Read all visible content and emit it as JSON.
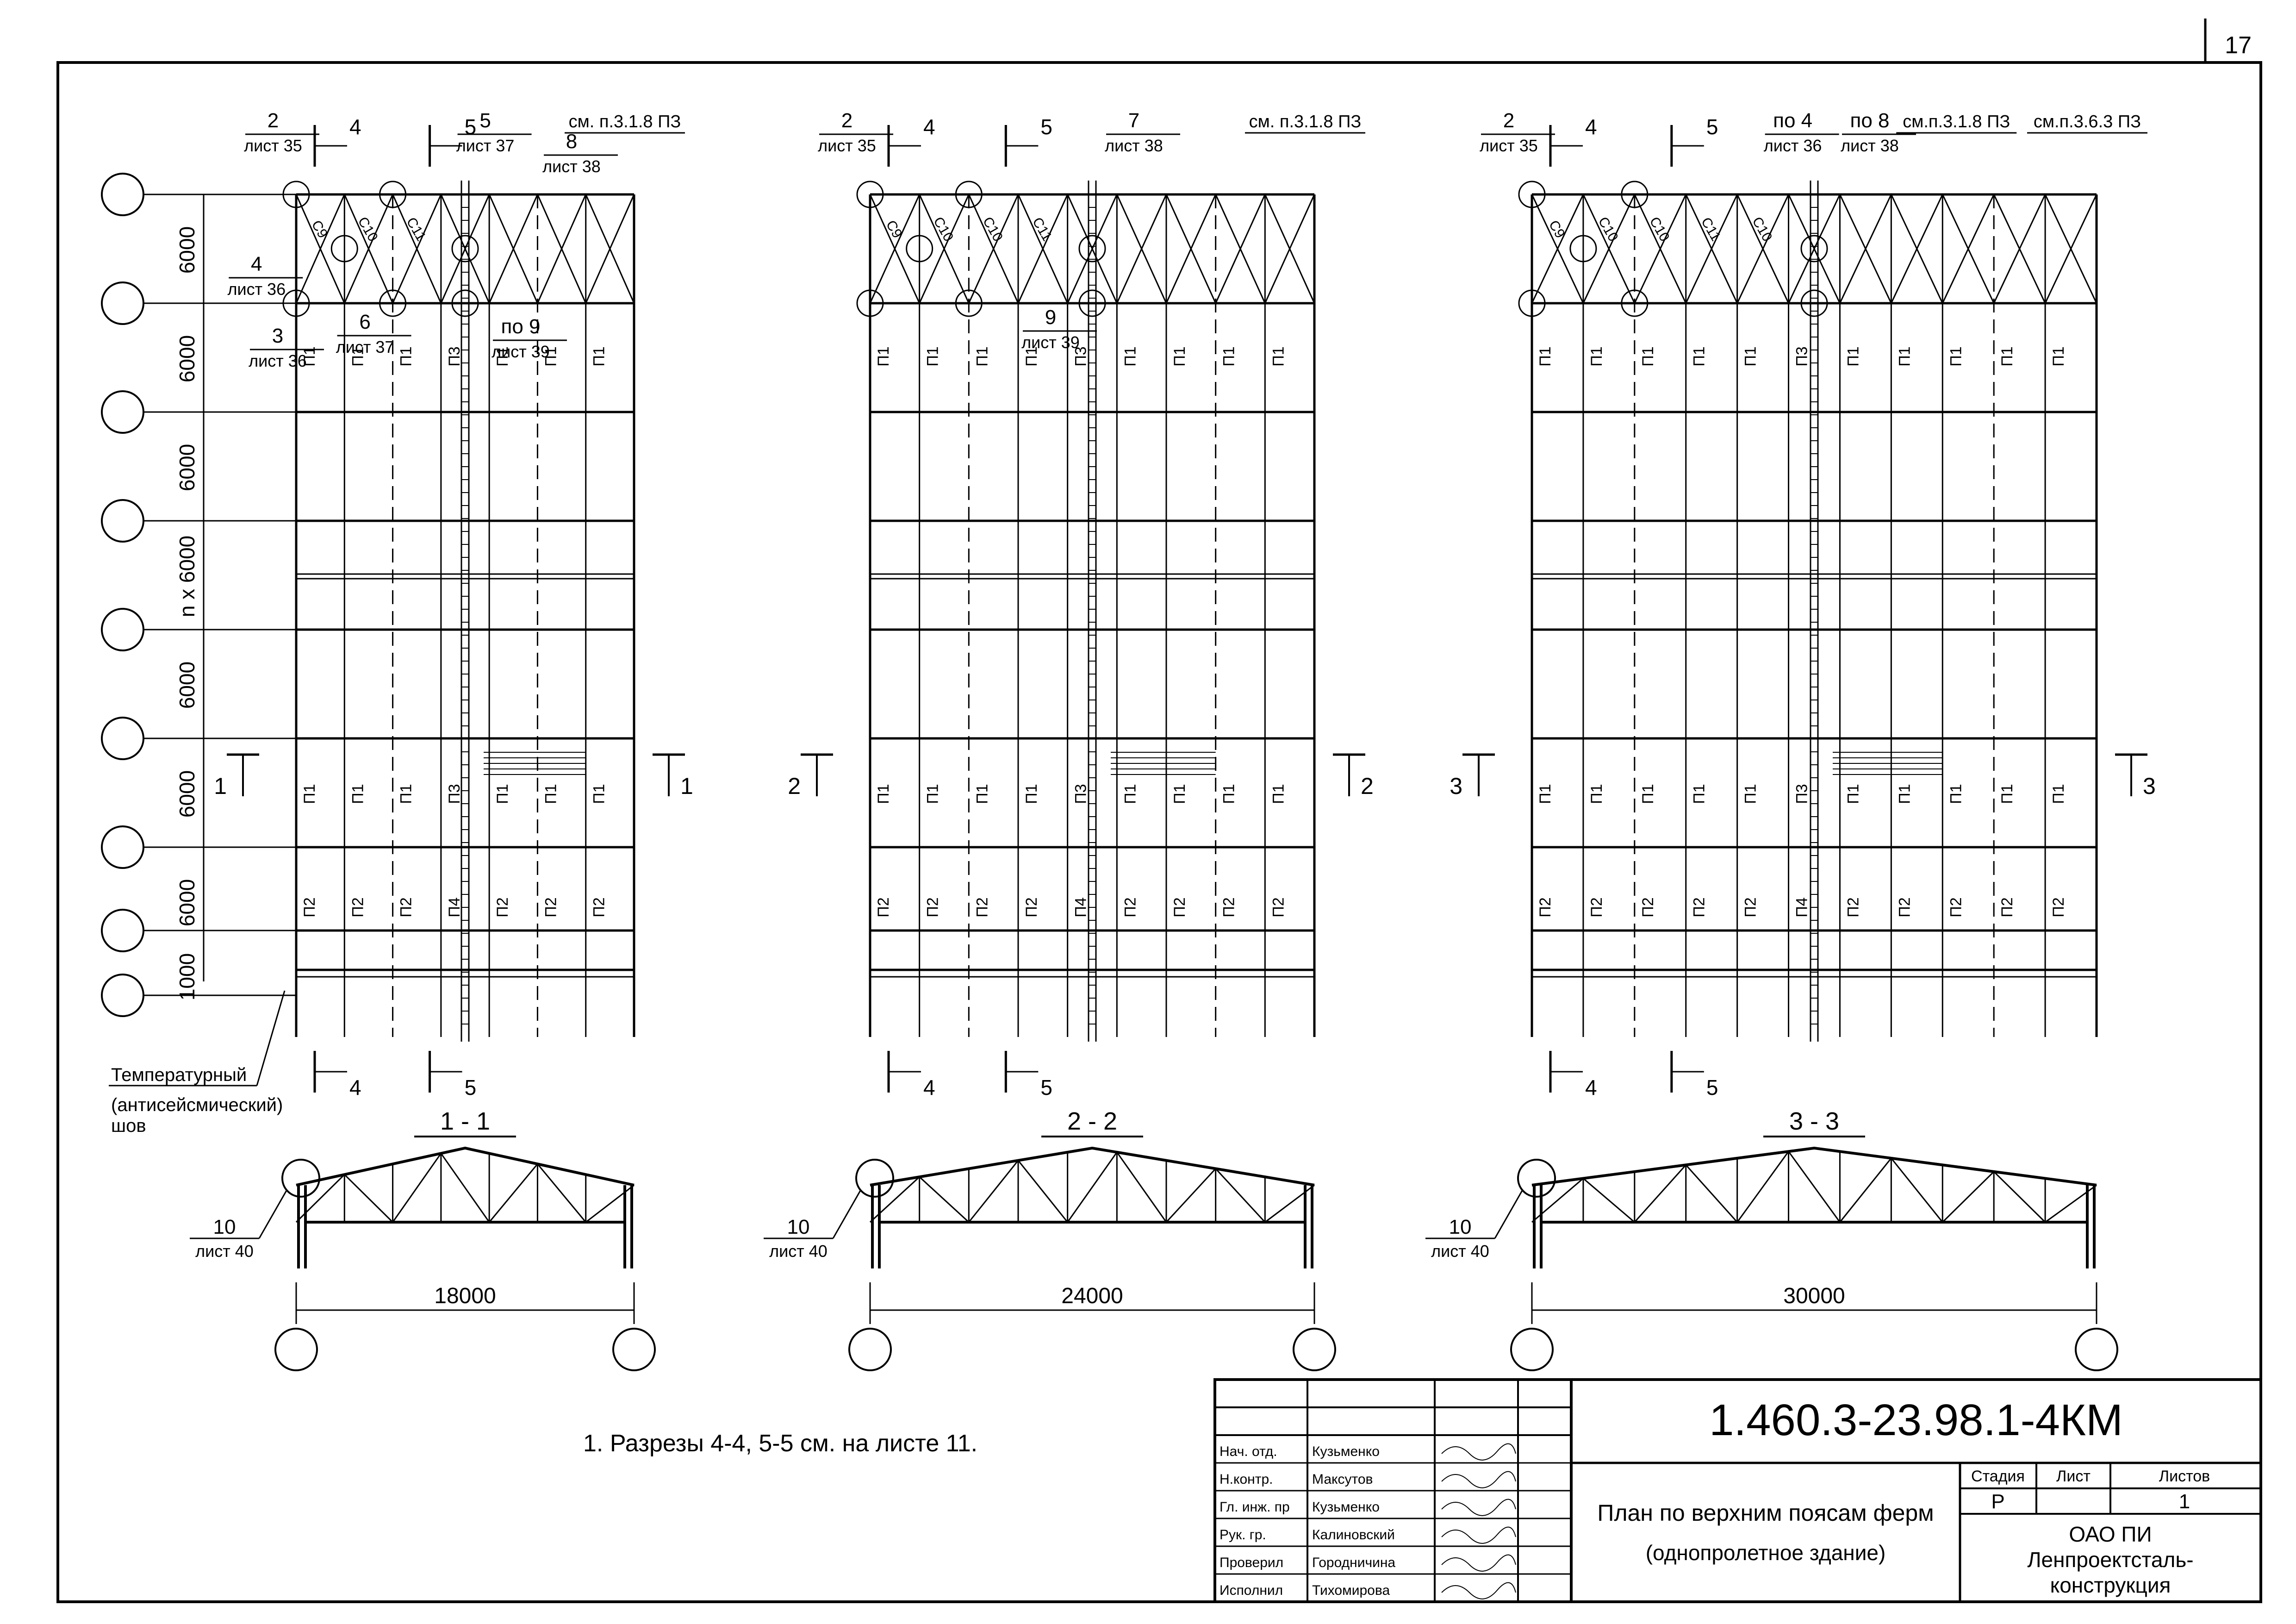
{
  "page_number": "17",
  "plans": [
    {
      "id": "A",
      "callouts": {
        "c_2": [
          "2",
          "лист 35"
        ],
        "c_3": [
          "3",
          "лист 36"
        ],
        "c_4": [
          "4",
          "лист 36"
        ],
        "c_5": [
          "5",
          "лист 37"
        ],
        "c_6": [
          "6",
          "лист 37"
        ],
        "c_8": [
          "8",
          "лист 38"
        ],
        "c_9": [
          "по 9",
          "лист 39"
        ],
        "c_ref": [
          "см. п.3.1.8 ПЗ"
        ]
      },
      "cuts": [
        "1",
        "1"
      ],
      "sec_marks": [
        "4",
        "5",
        "4",
        "5"
      ],
      "row1": [
        "П1",
        "П1",
        "П1",
        "П3",
        "П1",
        "П1",
        "П1"
      ],
      "row2": [
        "П1",
        "П1",
        "П1",
        "П3",
        "П1",
        "П1",
        "П1"
      ],
      "row3": [
        "П2",
        "П2",
        "П2",
        "П4",
        "П2",
        "П2",
        "П2"
      ],
      "diag": [
        "С9",
        "С10",
        "С11"
      ],
      "section_title": "1 - 1",
      "span": "18000",
      "node10": [
        "10",
        "лист 40"
      ]
    },
    {
      "id": "B",
      "callouts": {
        "c_2": [
          "2",
          "лист 35"
        ],
        "c_7": [
          "7",
          "лист 38"
        ],
        "c_9": [
          "9",
          "лист 39"
        ],
        "c_ref": [
          "см. п.3.1.8 ПЗ"
        ]
      },
      "cuts": [
        "2",
        "2"
      ],
      "sec_marks": [
        "4",
        "5",
        "4",
        "5"
      ],
      "row1": [
        "П1",
        "П1",
        "П1",
        "П1",
        "П3",
        "П1",
        "П1",
        "П1",
        "П1"
      ],
      "row2": [
        "П1",
        "П1",
        "П1",
        "П1",
        "П3",
        "П1",
        "П1",
        "П1",
        "П1"
      ],
      "row3": [
        "П2",
        "П2",
        "П2",
        "П2",
        "П4",
        "П2",
        "П2",
        "П2",
        "П2"
      ],
      "diag": [
        "С9",
        "С10",
        "С10",
        "С11"
      ],
      "section_title": "2 - 2",
      "span": "24000",
      "node10": [
        "10",
        "лист 40"
      ]
    },
    {
      "id": "C",
      "callouts": {
        "c_2": [
          "2",
          "лист 35"
        ],
        "c_4": [
          "по 4",
          "лист 36"
        ],
        "c_8": [
          "по 8",
          "лист 38"
        ],
        "c_ref": [
          "см.п.3.1.8 ПЗ"
        ],
        "c_ref2": [
          "см.п.3.6.3 ПЗ"
        ]
      },
      "cuts": [
        "3",
        "3"
      ],
      "sec_marks": [
        "4",
        "5",
        "4",
        "5"
      ],
      "row1": [
        "П1",
        "П1",
        "П1",
        "П1",
        "П1",
        "П3",
        "П1",
        "П1",
        "П1",
        "П1",
        "П1"
      ],
      "row2": [
        "П1",
        "П1",
        "П1",
        "П1",
        "П1",
        "П3",
        "П1",
        "П1",
        "П1",
        "П1",
        "П1"
      ],
      "row3": [
        "П2",
        "П2",
        "П2",
        "П2",
        "П2",
        "П4",
        "П2",
        "П2",
        "П2",
        "П2",
        "П2"
      ],
      "diag": [
        "С9",
        "С10",
        "С10",
        "С11",
        "С10"
      ],
      "section_title": "3 - 3",
      "span": "30000",
      "node10": [
        "10",
        "лист 40"
      ]
    }
  ],
  "dims_left": [
    "6000",
    "6000",
    "6000",
    "n x 6000",
    "6000",
    "6000",
    "6000",
    "1000"
  ],
  "joint_label": [
    "Температурный",
    "(антисейсмический)",
    "шов"
  ],
  "note": "1. Разрезы 4-4, 5-5 см. на листе 11.",
  "title_block": {
    "doc_code": "1.460.3-23.98.1-4КМ",
    "roles": [
      "Нач. отд.",
      "Н.контр.",
      "Гл. инж. пр",
      "Рук. гр.",
      "Проверил",
      "Исполнил"
    ],
    "names": [
      "Кузьменко",
      "Максутов",
      "Кузьменко",
      "Калиновский",
      "Городничина",
      "Тихомирова"
    ],
    "title_line1": "План по верхним поясам ферм",
    "title_line2": "(однопролетное здание)",
    "stage_h": "Стадия",
    "sheet_h": "Лист",
    "sheets_h": "Листов",
    "stage": "Р",
    "sheet": "",
    "sheets": "1",
    "org": [
      "ОАО ПИ",
      "Ленпроектсталь-",
      "конструкция"
    ]
  }
}
